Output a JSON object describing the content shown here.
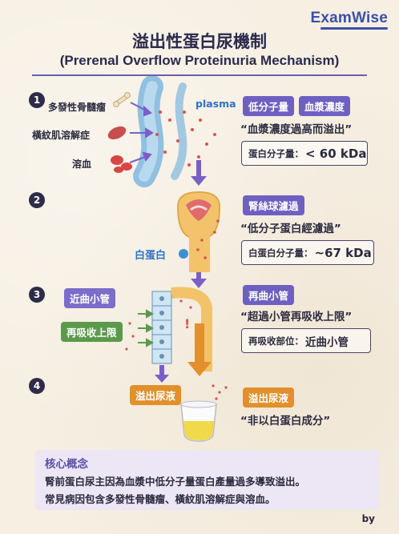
{
  "brand": "ExamWise",
  "title": "溢出性蛋白尿機制",
  "subtitle": "(Prerenal Overflow Proteinuria Mechanism)",
  "steps": [
    {
      "num": "1",
      "causes": [
        "多發性骨髓瘤",
        "橫紋肌溶解症",
        "溶血"
      ],
      "diagram_label": "plasma",
      "tags": [
        "低分子量",
        "血漿濃度"
      ],
      "quote": "“血漿濃度過高而溢出”",
      "box_key": "蛋白分子量：",
      "box_val": "< 60 kDa"
    },
    {
      "num": "2",
      "diagram_label": "白蛋白",
      "tags": [
        "腎絲球濾過"
      ],
      "quote": "“低分子蛋白經濾過”",
      "box_key": "白蛋白分子量：",
      "box_val": "~67 kDa"
    },
    {
      "num": "3",
      "left_tags": [
        "近曲小管",
        "再吸收上限"
      ],
      "tags": [
        "再曲小管"
      ],
      "quote": "“超過小管再吸收上限”",
      "box_key": "再吸收部位：",
      "box_val": "近曲小管"
    },
    {
      "num": "4",
      "left_tag": "溢出尿液",
      "tags": [
        "溢出尿液"
      ],
      "quote": "“非以白蛋白成分”"
    }
  ],
  "core": {
    "title": "核心概念",
    "line1": "腎前蛋白尿主因為血漿中低分子量蛋白產量過多導致溢出。",
    "line2": "常見病因包含多發性骨髓瘤、橫紋肌溶解症與溶血。"
  },
  "byline": "by",
  "colors": {
    "accent": "#6e5fc2",
    "green": "#5b9a4b",
    "orange": "#e1902c",
    "navy": "#2e2c48"
  }
}
